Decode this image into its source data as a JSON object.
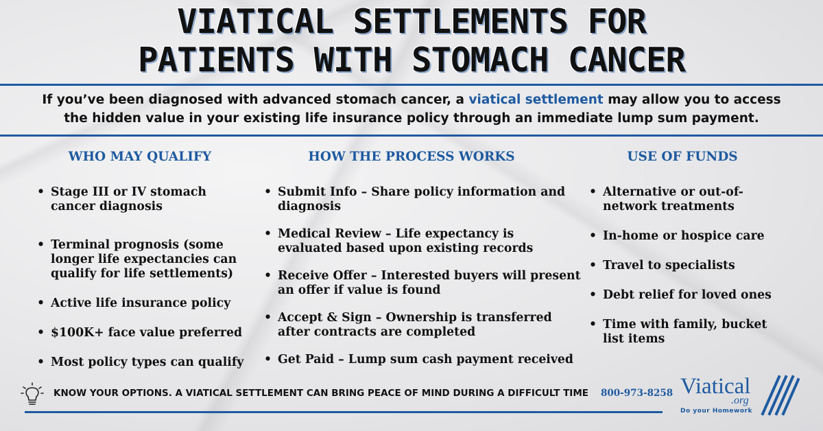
{
  "header": {
    "title_line1": "VIATICAL SETTLEMENTS FOR",
    "title_line2": "PATIENTS WITH STOMACH CANCER"
  },
  "intro": {
    "before": "If you’ve been diagnosed with advanced stomach cancer, a ",
    "highlight": "viatical settlement",
    "after_line1": " may allow you to access",
    "line2": "the hidden value in your existing life insurance policy through an immediate lump sum payment."
  },
  "columns": [
    {
      "heading": "WHO MAY QUALIFY",
      "items": [
        "Stage III or IV stomach cancer diagnosis",
        "Terminal prognosis (some longer life expectancies can qualify for life settlements)",
        "Active life insurance policy",
        "$100K+ face value preferred",
        "Most policy types can qualify"
      ]
    },
    {
      "heading": "HOW THE PROCESS WORKS",
      "items": [
        "Submit Info – Share policy information and diagnosis",
        "Medical Review – Life expectancy is evaluated based upon existing records",
        "Receive Offer – Interested buyers will present an offer if value is found",
        "Accept & Sign – Ownership is transferred after contracts are completed",
        "Get Paid – Lump sum cash payment received"
      ]
    },
    {
      "heading": "USE OF FUNDS",
      "items": [
        "Alternative or out-of-network treatments",
        "In-home or hospice care",
        "Travel to specialists",
        "Debt relief for loved ones",
        "Time with family, bucket list items"
      ]
    }
  ],
  "footer": {
    "icon": "lightbulb-icon",
    "tagline": "KNOW YOUR OPTIONS. A VIATICAL SETTLEMENT CAN BRING PEACE OF MIND DURING A DIFFICULT TIME",
    "phone": "800-973-8258"
  },
  "brand": {
    "name": "Viatical",
    ".org": ".org",
    "org": ".org",
    "tagline": "Do your Homework"
  },
  "colors": {
    "accent": "#1e5aa0",
    "text": "#111111"
  }
}
